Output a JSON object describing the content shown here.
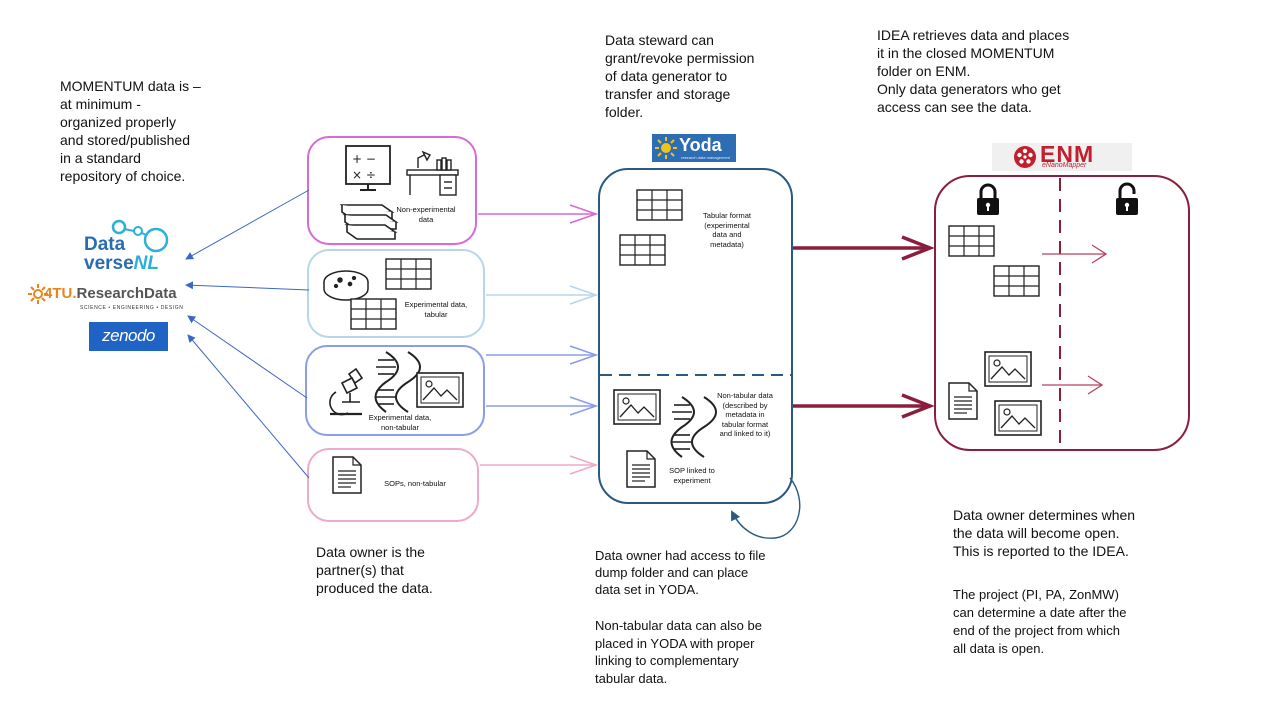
{
  "left_note": "MOMENTUM data is –\nat minimum -\norganized properly\nand stored/published\nin a standard\nrepository of choice.",
  "logos": {
    "dataverse_line1": "Data",
    "dataverse_line2": "verse",
    "dataverse_nl": "NL",
    "fourtu_prefix": "4TU.",
    "fourtu_name": "ResearchData",
    "fourtu_tagline": "SCIENCE • ENGINEERING • DESIGN",
    "zenodo": "zenodo",
    "yoda": "Yoda",
    "yoda_tagline": "research data management",
    "enm": "ENM",
    "enm_tagline": "eNanoMapper"
  },
  "sources": {
    "non_experimental": "Non-experimental\ndata",
    "experimental_tabular": "Experimental data,\ntabular",
    "experimental_non_tabular": "Experimental data,\nnon-tabular",
    "sops": "SOPs, non-tabular"
  },
  "yoda_box": {
    "tabular_label": "Tabular format\n(experimental\ndata and\nmetadata)",
    "non_tabular_label": "Non-tabular data\n(described by\nmetadata in\ntabular format\nand linked to it)",
    "sop_label": "SOP linked to\nexperiment"
  },
  "notes": {
    "data_steward": "Data steward can\ngrant/revoke permission\nof data generator to\ntransfer and storage\nfolder.",
    "idea": "IDEA retrieves data and places\nit in the closed MOMENTUM\nfolder on ENM.\nOnly data generators who get\naccess can see the data.",
    "data_owner_partner": "Data owner is the\npartner(s) that\nproduced the data.",
    "data_owner_access": "Data owner had access to file\ndump folder and can place\ndata set in YODA.",
    "non_tabular_yoda": "Non-tabular data can also be\nplaced in YODA  with proper\nlinking to complementary\ntabular data.",
    "data_owner_open": "Data owner determines when\nthe data will become open.\nThis is reported to the IDEA.",
    "project_date": "The project (PI, PA,  ZonMW)\ncan determine a date after the\nend of the project from which\nall data is open."
  },
  "colors": {
    "pink": "#d66ad6",
    "light_blue": "#b7d6ea",
    "periwinkle": "#8a9ee6",
    "light_pink": "#eeaac8",
    "navy": "#2a5a82",
    "maroon": "#8a1e3c",
    "blue_arrow": "#3b68c4"
  }
}
